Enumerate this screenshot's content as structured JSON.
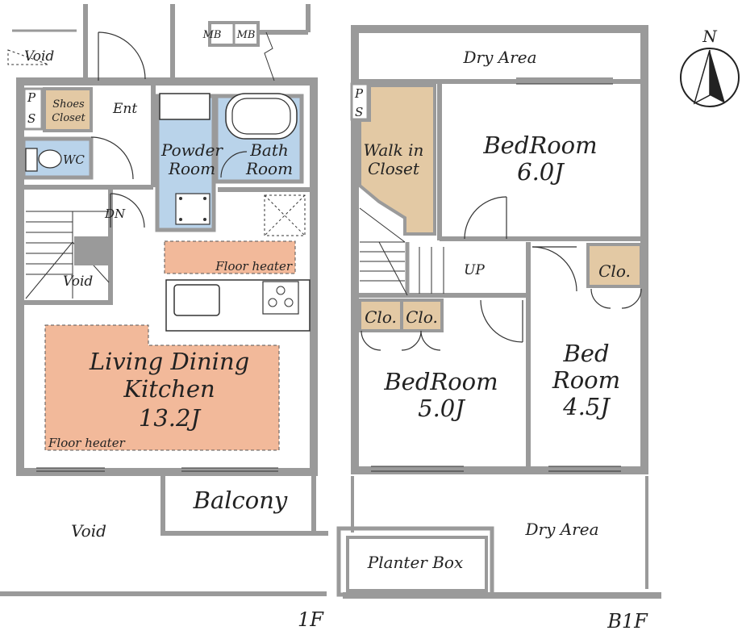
{
  "floors": {
    "first": {
      "label": "1F",
      "rooms": {
        "ldk": {
          "line1": "Living Dining",
          "line2": "Kitchen",
          "size": "13.2J"
        },
        "powder": {
          "line1": "Powder",
          "line2": "Room"
        },
        "bath": {
          "line1": "Bath",
          "line2": "Room"
        },
        "wc": "WC",
        "shoes": {
          "line1": "Shoes",
          "line2": "Closet"
        },
        "entrance": "Ent",
        "balcony": "Balcony"
      },
      "floor_heater_1": "Floor heater",
      "floor_heater_2": "Floor heater",
      "void_top": "Void",
      "void_stair": "Void",
      "void_bottom": "Void",
      "stair_down": "DN",
      "ps": {
        "p": "P",
        "s": "S"
      },
      "mb_1": "MB",
      "mb_2": "MB"
    },
    "basement": {
      "label": "B1F",
      "rooms": {
        "bedroom_6": {
          "line1": "BedRoom",
          "size": "6.0J"
        },
        "bedroom_5": {
          "line1": "BedRoom",
          "size": "5.0J"
        },
        "bedroom_45": {
          "line1": "Bed",
          "line2": "Room",
          "size": "4.5J"
        },
        "walk_in": {
          "line1": "Walk in",
          "line2": "Closet"
        },
        "clo_1": "Clo.",
        "clo_2": "Clo.",
        "clo_3": "Clo."
      },
      "dry_area_top": "Dry Area",
      "dry_area_bottom": "Dry Area",
      "planter_box": "Planter Box",
      "stair_up": "UP",
      "ps": {
        "p": "P",
        "s": "S"
      }
    }
  },
  "compass": {
    "north": "N"
  },
  "colors": {
    "wall": "#9a9a9a",
    "wet_area": "#b9d3ea",
    "floor_heater": "#f2b99a",
    "closet": "#e3c9a4",
    "line": "#333333"
  }
}
